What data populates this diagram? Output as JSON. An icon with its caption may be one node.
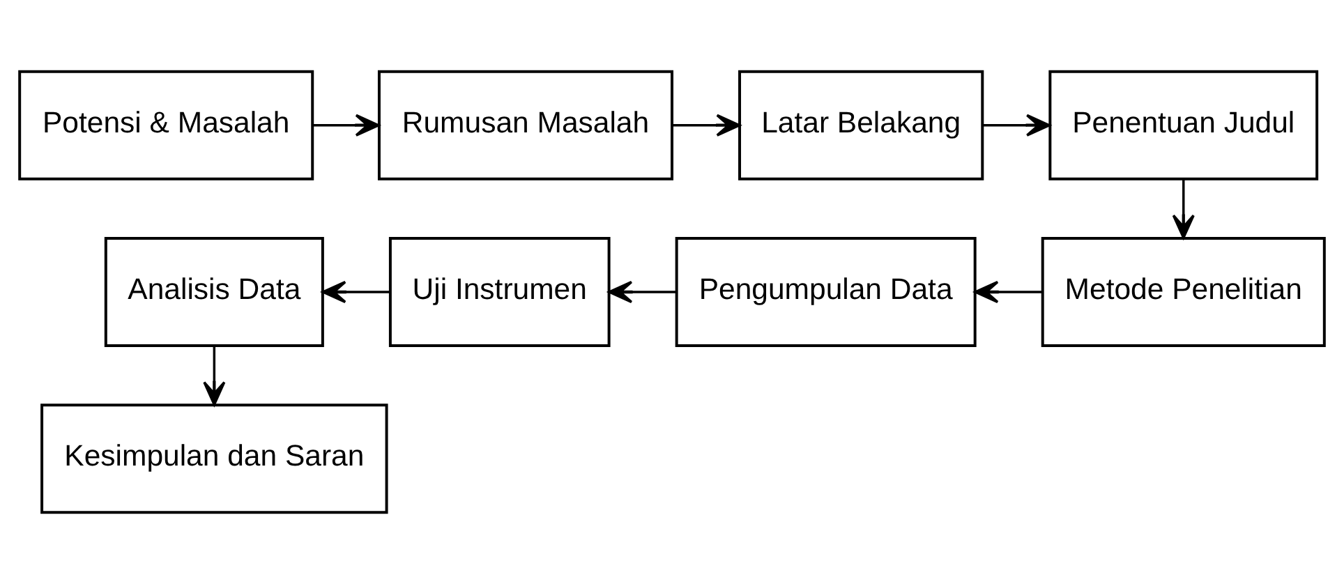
{
  "diagram": {
    "nodes": [
      {
        "text": [
          "Potensi & Masalah"
        ]
      },
      {
        "text": [
          "Rumusan Masalah"
        ]
      },
      {
        "text": [
          "Latar Belakang"
        ]
      },
      {
        "text": [
          "Penentuan Judul"
        ]
      },
      {
        "text": [
          "Metode Penelitian"
        ]
      },
      {
        "text": [
          "Pengumpulan Data"
        ]
      },
      {
        "text": [
          "Uji Instrumen"
        ]
      },
      {
        "text": [
          "Analisis Data"
        ]
      },
      {
        "text": [
          "Kesimpulan dan Saran"
        ]
      }
    ],
    "edges": [
      {
        "from": 0,
        "to": 1,
        "arrow": "to"
      },
      {
        "from": 1,
        "to": 2,
        "arrow": "to"
      },
      {
        "from": 2,
        "to": 3,
        "arrow": "to"
      },
      {
        "from": 3,
        "to": 4,
        "arrow": "to"
      },
      {
        "from": 4,
        "to": 5,
        "arrow": "to"
      },
      {
        "from": 5,
        "to": 6,
        "arrow": "to"
      },
      {
        "from": 6,
        "to": 7,
        "arrow": "to"
      },
      {
        "from": 7,
        "to": 8,
        "arrow": "to"
      }
    ]
  }
}
